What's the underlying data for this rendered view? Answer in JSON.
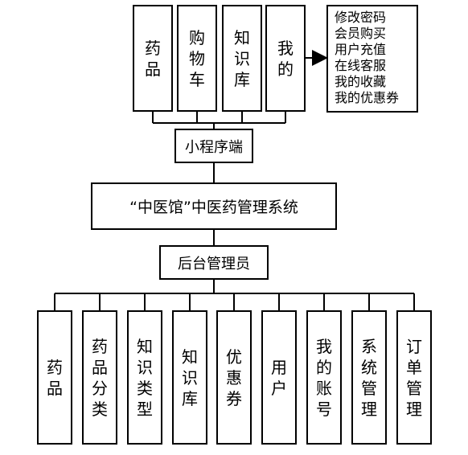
{
  "top_modules": [
    "药品",
    "购物车",
    "知识库",
    "我的"
  ],
  "my_submenu": [
    "修改密码",
    "会员购买",
    "用户充值",
    "在线客服",
    "我的收藏",
    "我的优惠券"
  ],
  "client": "小程序端",
  "system": "“中医馆”中医药管理系统",
  "admin": "后台管理员",
  "bottom_modules": [
    "药品",
    "药品分类",
    "知识类型",
    "知识库",
    "优惠券",
    "用户",
    "我的账号",
    "系统管理",
    "订单管理"
  ]
}
